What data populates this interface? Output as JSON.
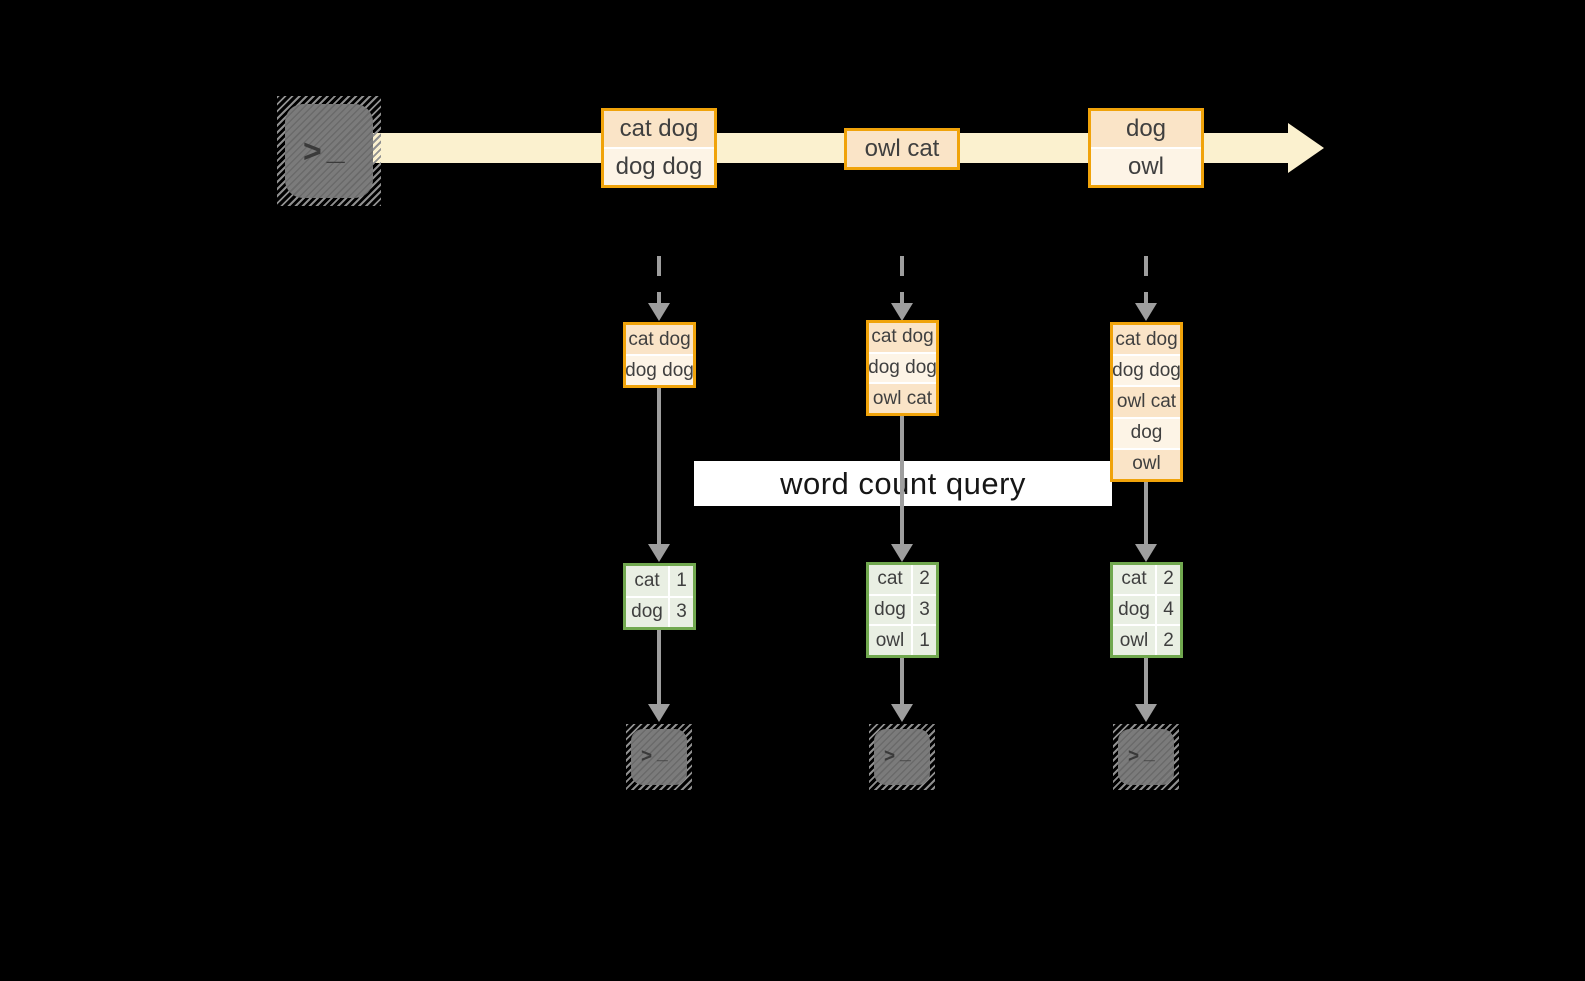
{
  "query_label": "word count query",
  "colors": {
    "orange": "#F0A30A",
    "peach": "#FAE4C7",
    "cream": "#FDF4E6",
    "arrow": "#FBF1CF",
    "green": "#71A84F",
    "green_cell": "#E9EFE3",
    "gray": "#9E9E9E",
    "terminal_gray": "#7B7B7B"
  },
  "icons": {
    "source": "terminal-icon",
    "prompt": ">",
    "cursor": "_"
  },
  "stream": {
    "events": [
      {
        "cells": [
          "cat dog",
          "dog dog"
        ]
      },
      {
        "cells": [
          "owl cat"
        ]
      },
      {
        "cells": [
          "dog",
          "owl"
        ]
      }
    ]
  },
  "snapshots": [
    {
      "records": [
        "cat dog",
        "dog dog"
      ],
      "counts": [
        [
          "cat",
          "1"
        ],
        [
          "dog",
          "3"
        ]
      ]
    },
    {
      "records": [
        "cat dog",
        "dog dog",
        "owl cat"
      ],
      "counts": [
        [
          "cat",
          "2"
        ],
        [
          "dog",
          "3"
        ],
        [
          "owl",
          "1"
        ]
      ]
    },
    {
      "records": [
        "cat dog",
        "dog dog",
        "owl cat",
        "dog",
        "owl"
      ],
      "counts": [
        [
          "cat",
          "2"
        ],
        [
          "dog",
          "4"
        ],
        [
          "owl",
          "2"
        ]
      ]
    }
  ]
}
